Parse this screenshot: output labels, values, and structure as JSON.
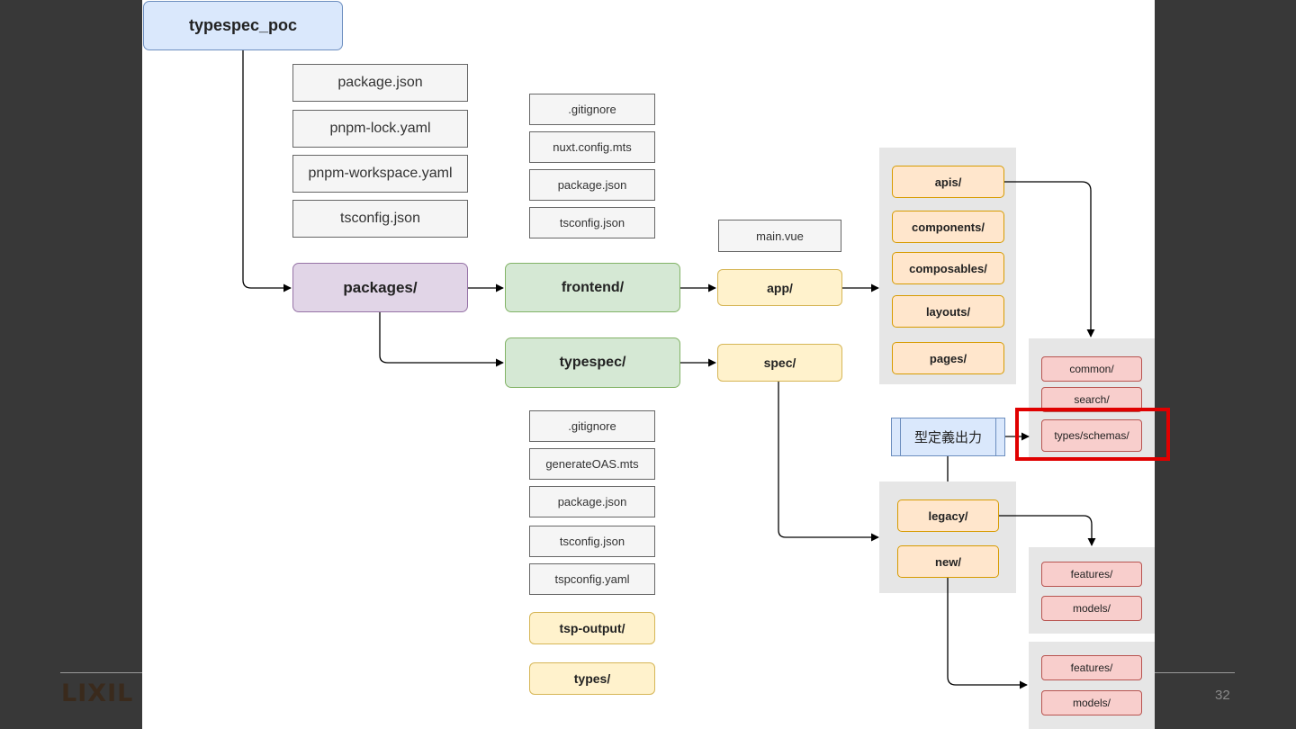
{
  "slide": {
    "logo": "LIXIL",
    "page_number": "32"
  },
  "root": "typespec_poc",
  "root_files": [
    "package.json",
    "pnpm-lock.yaml",
    "pnpm-workspace.yaml",
    "tsconfig.json"
  ],
  "packages": "packages/",
  "frontend": {
    "label": "frontend/",
    "files": [
      ".gitignore",
      "nuxt.config.mts",
      "package.json",
      "tsconfig.json"
    ],
    "app": "app/",
    "main_file": "main.vue",
    "app_dirs": [
      "apis/",
      "components/",
      "composables/",
      "layouts/",
      "pages/"
    ]
  },
  "typespec": {
    "label": "typespec/",
    "files": [
      ".gitignore",
      "generateOAS.mts",
      "package.json",
      "tsconfig.json",
      "tspconfig.yaml"
    ],
    "dirs": [
      "tsp-output/",
      "types/"
    ],
    "spec": "spec/",
    "spec_dirs": [
      "legacy/",
      "new/"
    ]
  },
  "type_output": "型定義出力",
  "api_targets": [
    "common/",
    "search/",
    "types/schemas/"
  ],
  "legacy_targets": [
    "features/",
    "models/"
  ],
  "new_targets": [
    "features/",
    "models/"
  ],
  "colors": {
    "highlight": "#e00000"
  }
}
